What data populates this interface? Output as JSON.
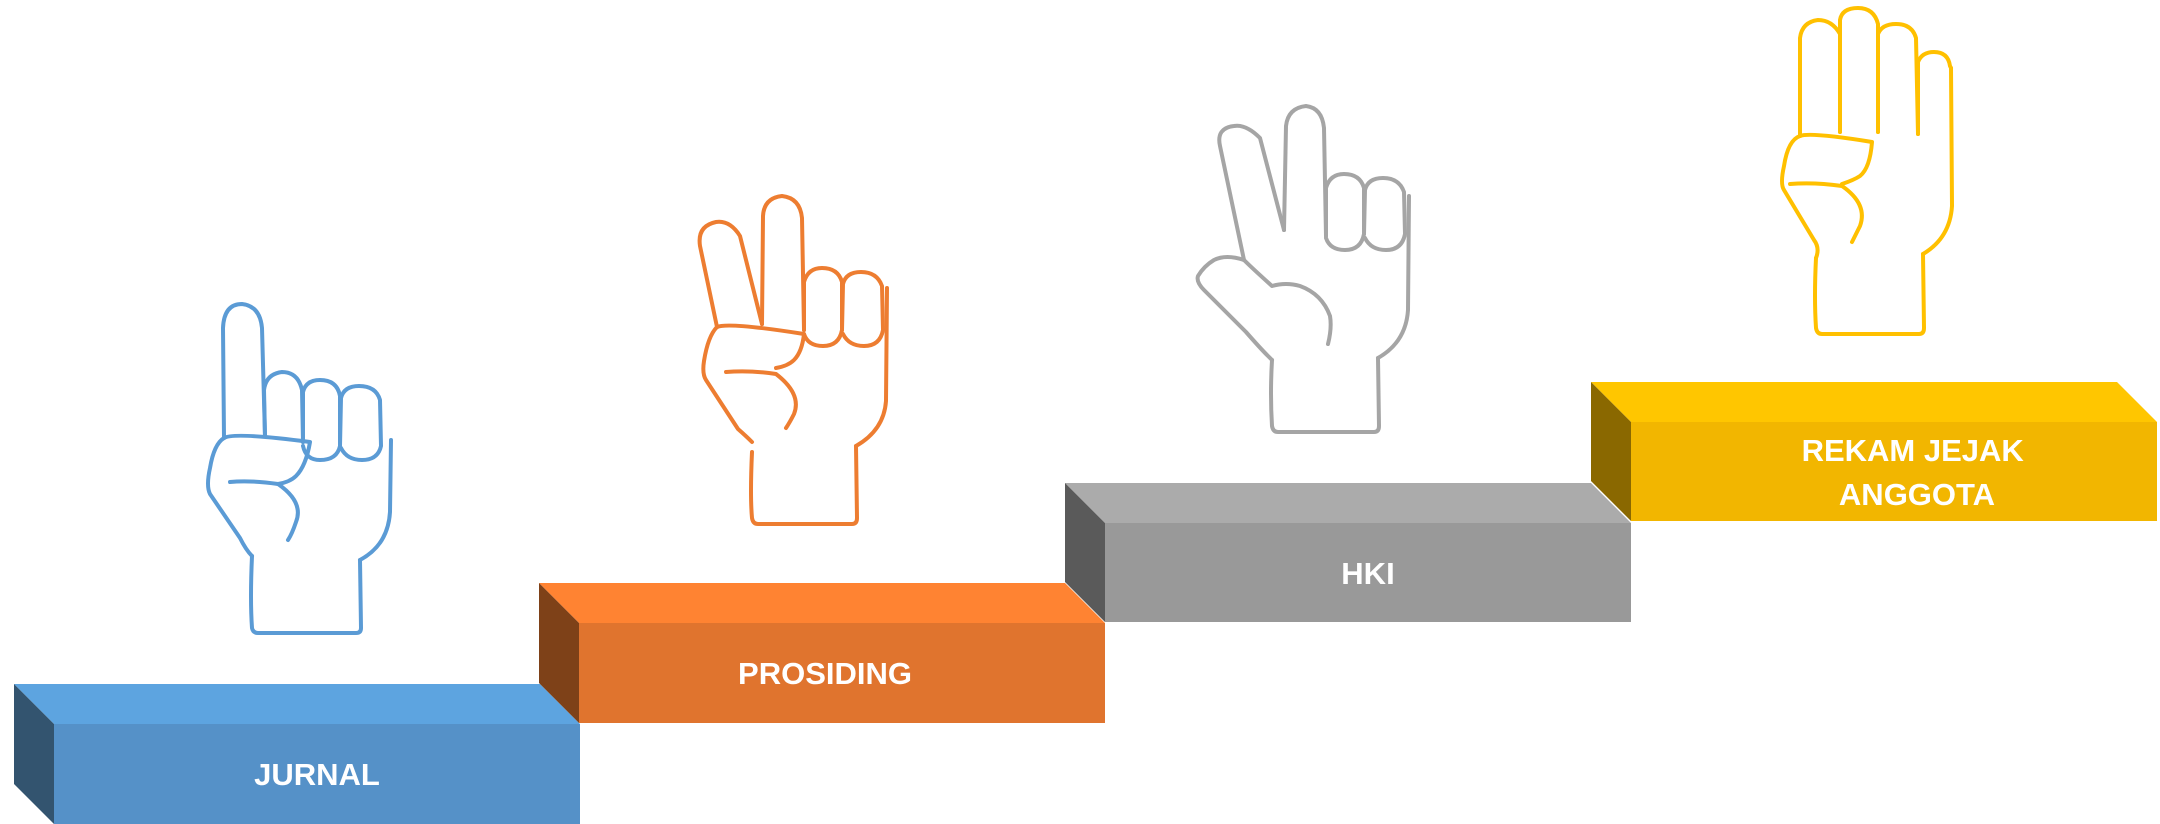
{
  "steps": [
    {
      "id": "jurnal",
      "label_lines": [
        "JURNAL"
      ],
      "fingers": 1,
      "icon": "one-finger-hand-icon",
      "colors": {
        "top": "#5da4e0",
        "front": "#5591c8",
        "side": "#33546f",
        "hand": "#5b9bd5"
      }
    },
    {
      "id": "prosiding",
      "label_lines": [
        "PROSIDING"
      ],
      "fingers": 2,
      "icon": "two-finger-hand-icon",
      "colors": {
        "top": "#ff8332",
        "front": "#e0742e",
        "side": "#7e4118",
        "hand": "#ed7d31"
      }
    },
    {
      "id": "hki",
      "label_lines": [
        "HKI"
      ],
      "fingers": 3,
      "icon": "three-finger-hand-icon",
      "colors": {
        "top": "#ababab",
        "front": "#999999",
        "side": "#5a5a5a",
        "hand": "#a5a5a5"
      }
    },
    {
      "id": "rekam-jejak-anggota",
      "label_lines": [
        "REKAM JEJAK",
        "ANGGOTA"
      ],
      "fingers": 4,
      "icon": "four-finger-hand-icon",
      "colors": {
        "top": "#ffc600",
        "front": "#f2b600",
        "side": "#8a6800",
        "hand": "#ffc000"
      }
    }
  ]
}
